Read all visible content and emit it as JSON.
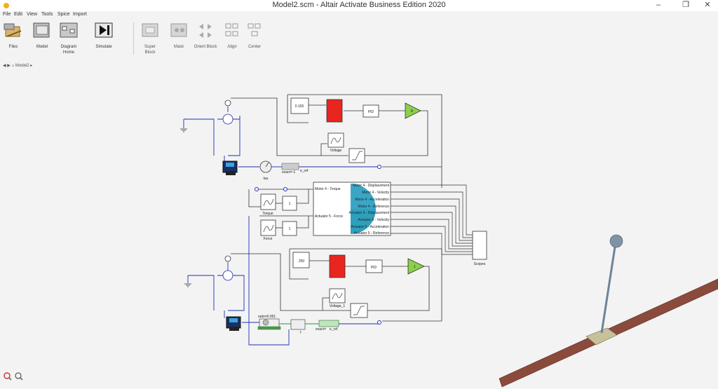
{
  "window": {
    "title": "Model2.scm - Altair Activate Business Edition 2020"
  },
  "menu": [
    "File",
    "Edit",
    "View",
    "Tools",
    "Spice",
    "Import"
  ],
  "ribbon": {
    "files": "Files",
    "model": "Model",
    "diagram_home": "Diagram Home",
    "simulate": "Simulate",
    "super_block": "Super Block",
    "mask": "Mask",
    "orient_block": "Orient Block",
    "align": "Align",
    "center": "Center"
  },
  "breadcrumb": "Model2",
  "diagram": {
    "const_top": "0.165",
    "pid_top": "PID",
    "gain_top": "8",
    "voltage_top": "Voltage",
    "tau": "tau",
    "exact_top": "exact=-1",
    "e_ref_top": "e_ref",
    "torque": "Torque",
    "force": "Force",
    "one_a": "1",
    "one_b": "1",
    "motor_in": "Motor 4 - Torque",
    "actuator_in": "Actuator 5 - Force",
    "outputs": [
      "Motor 4 - Displacement",
      "Motor 4 - Velocity",
      "Motor 4 - Acceleration",
      "Motor 4 - Reference",
      "Actuator 5 - Displacement",
      "Actuator 5 - Velocity",
      "Actuator 5 - Acceleration",
      "Actuator 5 - Reference"
    ],
    "scopes": "Scopes",
    "const_bottom": "250",
    "pid_bottom": "PID",
    "gain_bottom": "1",
    "voltage_bottom": "Voltage_1",
    "ratio": "ratio=0.001",
    "exact_bottom": "exact=",
    "e_ref_bottom": "e_ref",
    "f_label": "f"
  },
  "colors": {
    "accent_red": "#e8251e",
    "gain_green": "#8ccf4a",
    "wire_blue": "#1c2fb5",
    "dark_wire": "#333333",
    "beam": "#8a4b3d"
  }
}
